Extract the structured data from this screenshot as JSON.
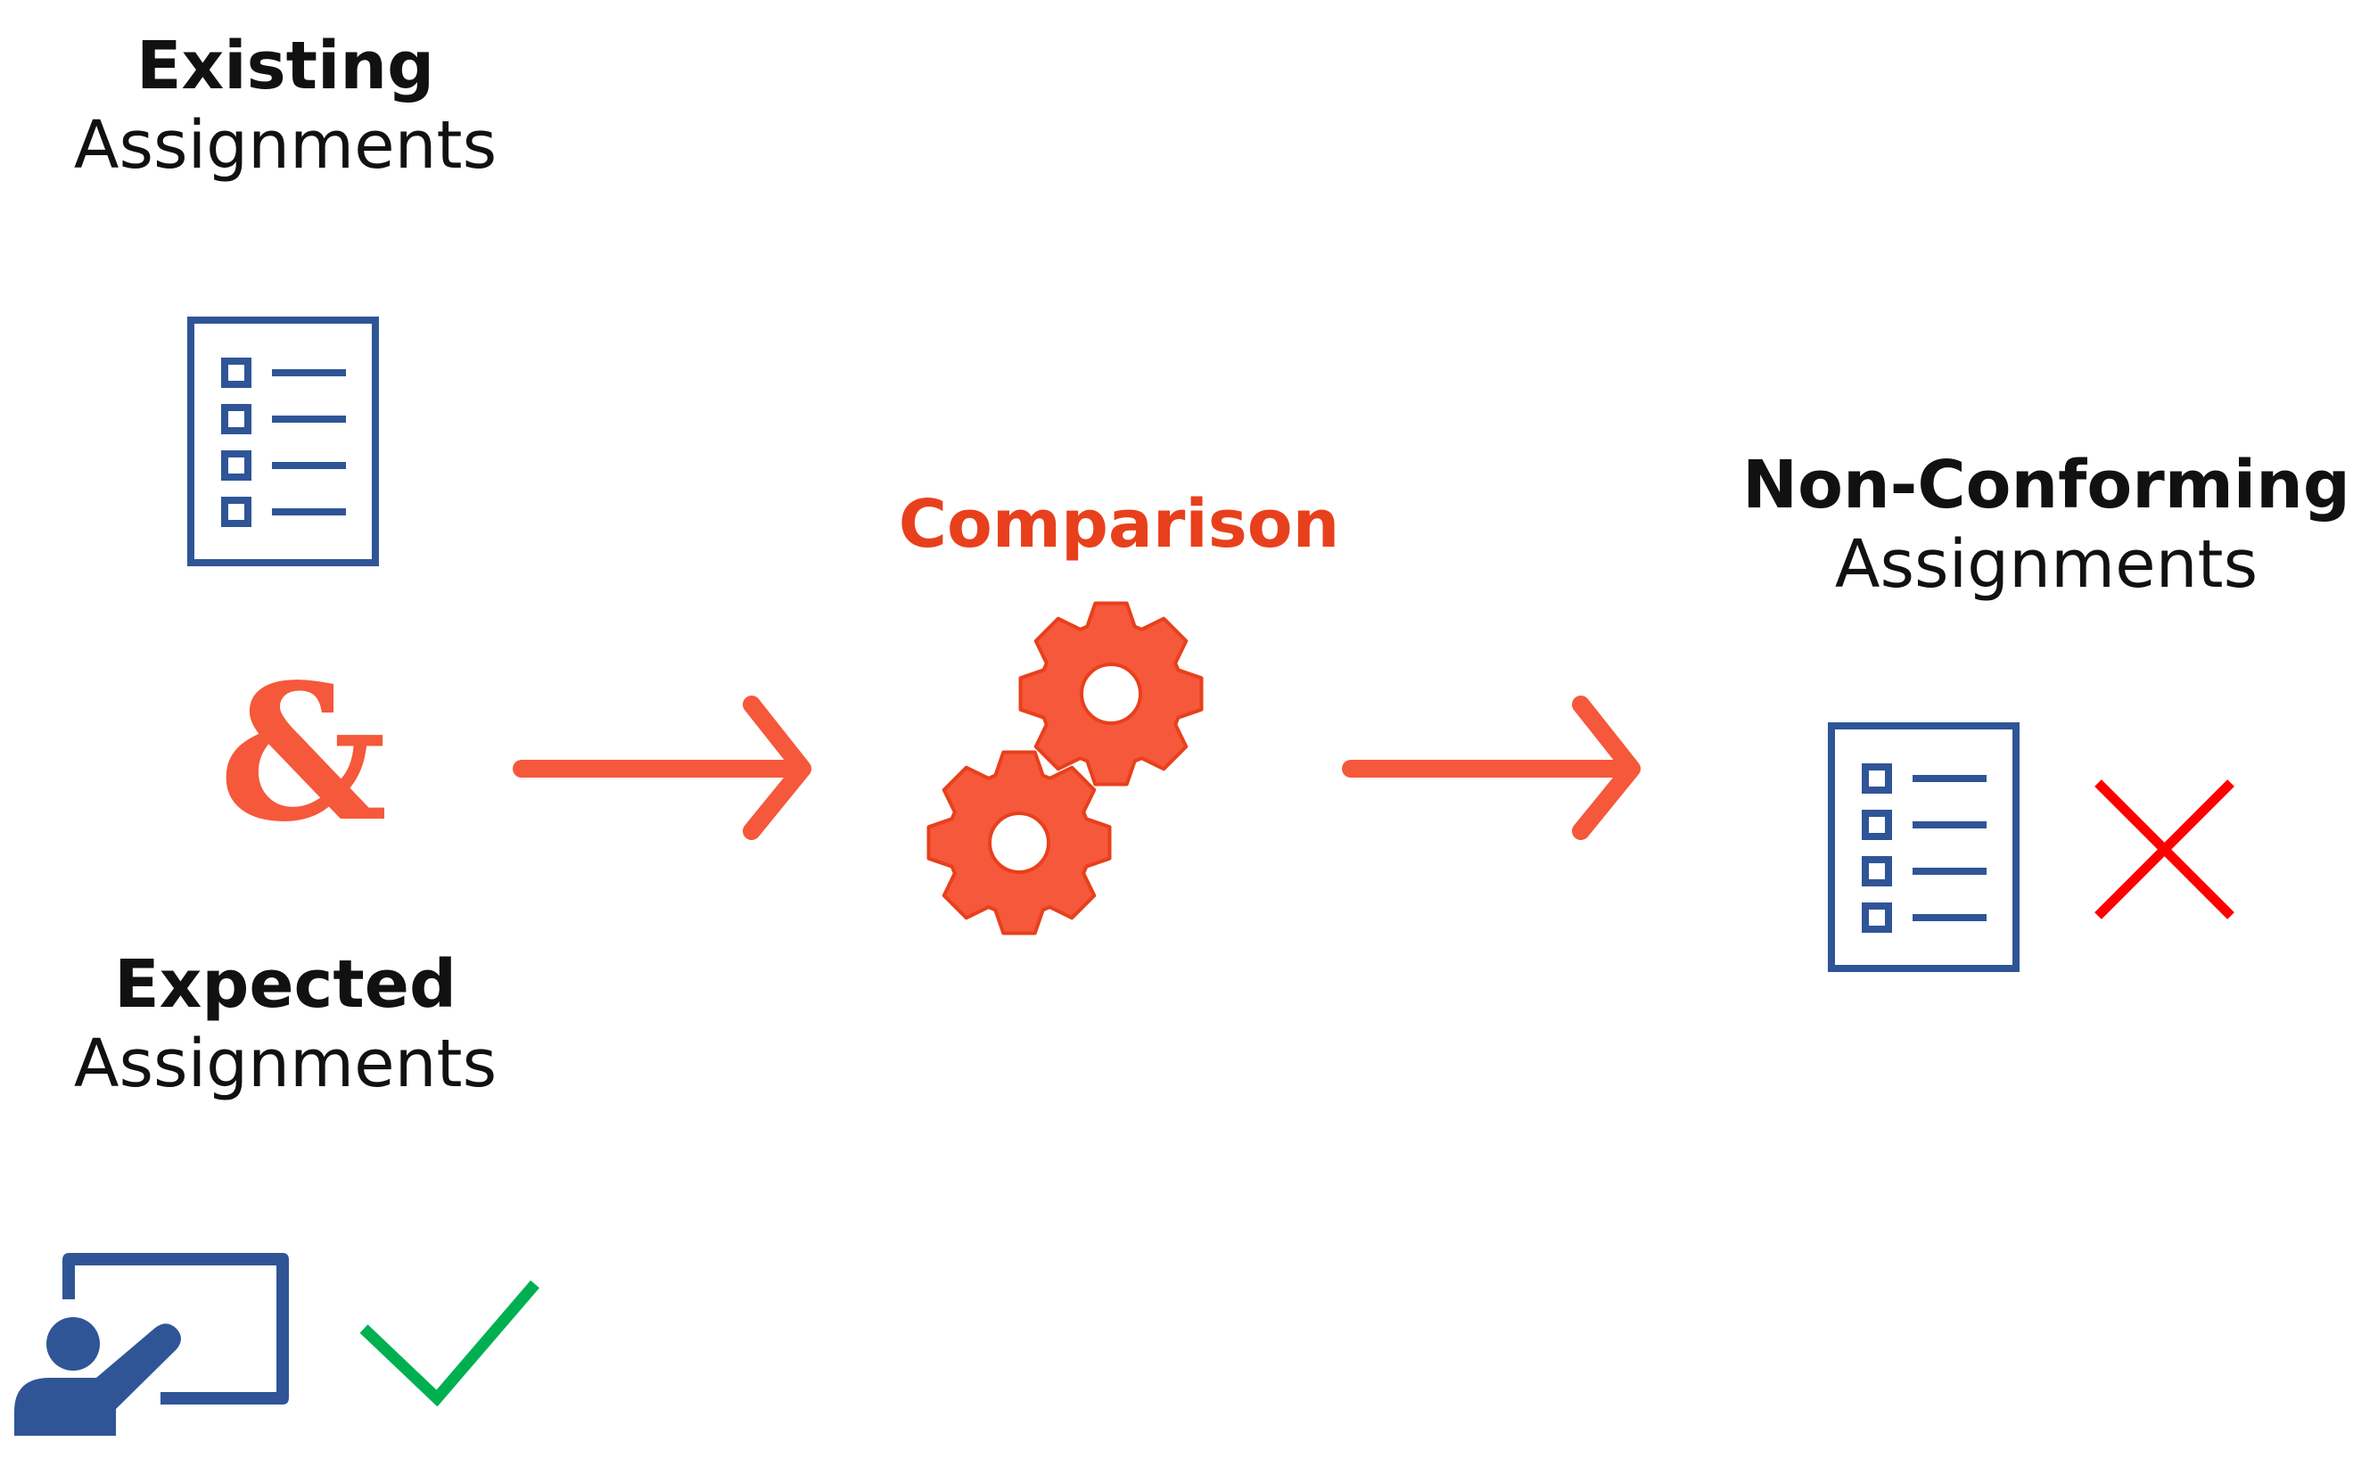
{
  "existing": {
    "title": "Existing",
    "subtitle": "Assignments"
  },
  "connector": {
    "symbol": "&"
  },
  "expected": {
    "title": "Expected",
    "subtitle": "Assignments"
  },
  "process": {
    "title": "Comparison"
  },
  "result": {
    "title": "Non-Conforming",
    "subtitle": "Assignments"
  },
  "icons": {
    "existing_doc": "checklist-document-icon",
    "expected_presenter": "presenter-board-icon",
    "expected_mark": "checkmark-icon",
    "process_gears": "gears-icon",
    "result_doc": "checklist-document-icon",
    "result_mark": "cross-icon",
    "flow_arrow": "arrow-right-icon"
  },
  "colors": {
    "text": "#111111",
    "accent_orange": "#f5583a",
    "accent_red_text": "#e8401c",
    "doc_blue": "#2f5597",
    "check_green": "#00b050",
    "cross_red": "#ff0000"
  }
}
